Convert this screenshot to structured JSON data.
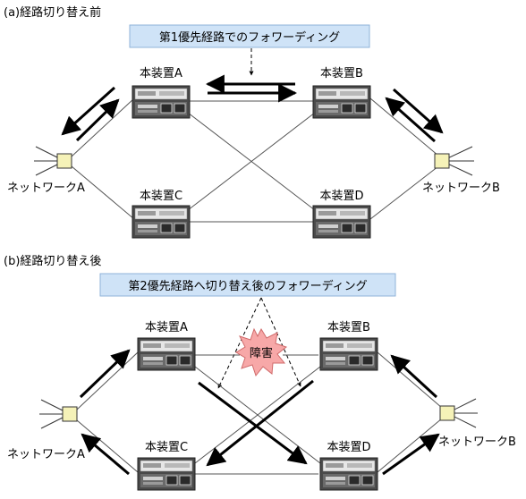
{
  "section_a": {
    "title": "(a)経路切り替え前",
    "banner": "第1優先経路でのフォワーディング"
  },
  "section_b": {
    "title": "(b)経路切り替え後",
    "banner": "第2優先経路へ切り替え後のフォワーディング",
    "fault_label": "障害"
  },
  "devices": {
    "a": "本装置A",
    "b": "本装置B",
    "c": "本装置C",
    "d": "本装置D"
  },
  "networks": {
    "a": "ネットワークA",
    "b": "ネットワークB"
  },
  "colors": {
    "banner_fill": "#cfe3f7",
    "banner_stroke": "#8fb3d9",
    "hub_fill": "#f5f2b8",
    "fault_fill": "#f7a8a8",
    "device_body": "#4a4a4a"
  }
}
